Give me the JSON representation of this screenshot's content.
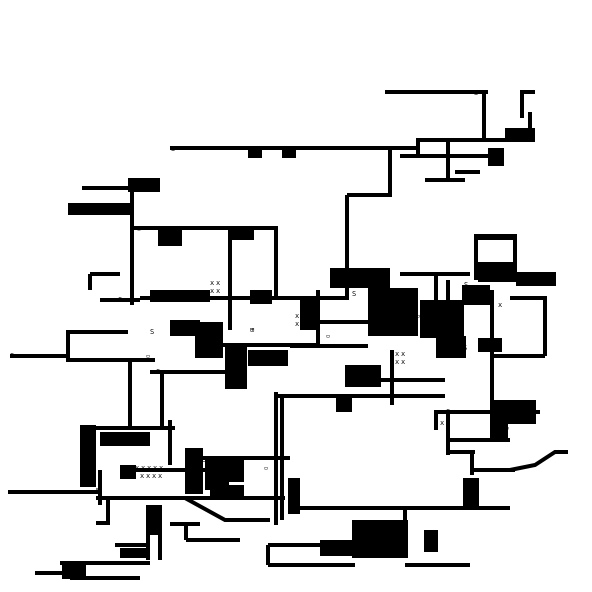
{
  "title": "",
  "legend": {
    "wall_color": "#000000",
    "floor_color": "#ffffff",
    "start_glyph": "S",
    "crate_glyph": "x",
    "door_glyph": "▫",
    "stair_glyph": "⊞"
  },
  "markers": {
    "start": "S",
    "crate": "x",
    "door": "▫",
    "stairs": "⊞"
  }
}
